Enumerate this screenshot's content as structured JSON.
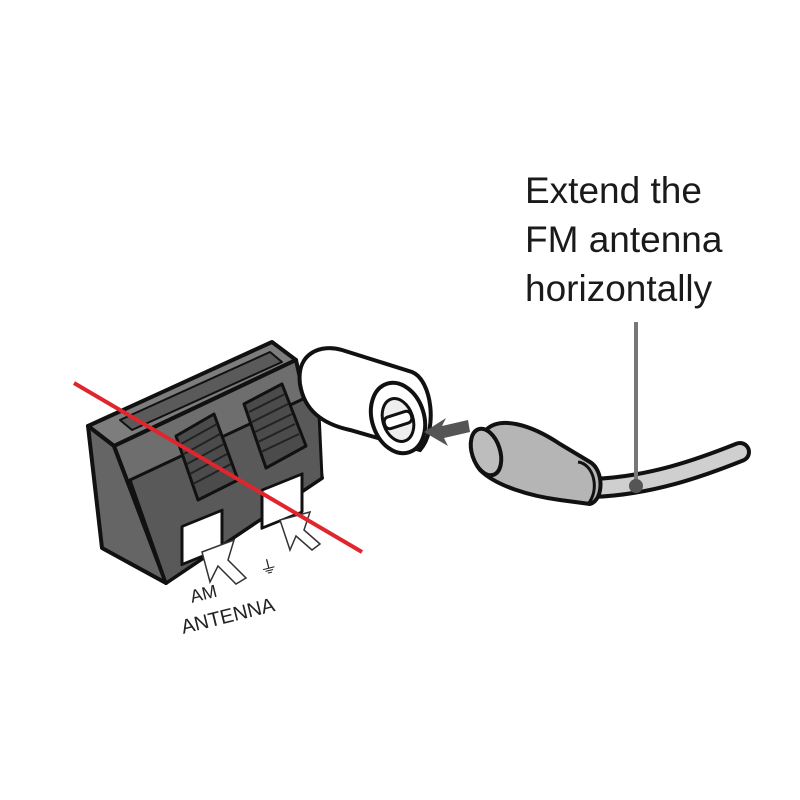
{
  "callout": {
    "lines": [
      "Extend the",
      "FM antenna",
      "horizontally"
    ]
  },
  "terminal": {
    "am_label": "AM",
    "antenna_label": "ANTENNA",
    "ground_symbol": "⏚"
  },
  "colors": {
    "terminal_body": "#6f6f6f",
    "terminal_dark": "#4a4a4a",
    "outline": "#111111",
    "plug": "#b5b5b5",
    "arrow": "#555555",
    "strike_line": "#e0252d",
    "leader_line": "#777777"
  },
  "icons": {
    "insert_arrow": "arrow-left-icon",
    "strike": "cross-out-line"
  }
}
